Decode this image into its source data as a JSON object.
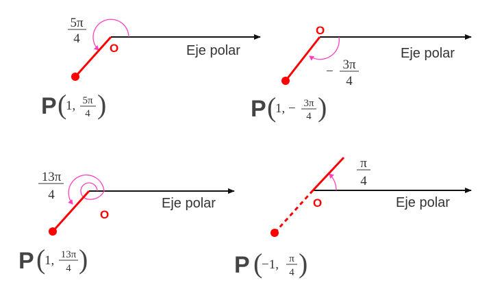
{
  "colors": {
    "ray": "#ff0000",
    "arc": "#ff3fbf",
    "axis": "#111111"
  },
  "panels": [
    {
      "origin_label": "O",
      "axis_label": "Eje polar",
      "angle_num": "5π",
      "angle_den": "4",
      "point_letter": "P",
      "coord_r": "1,",
      "coord_num": "5π",
      "coord_den": "4"
    },
    {
      "origin_label": "O",
      "axis_label": "Eje polar",
      "angle_sign": "−",
      "angle_num": "3π",
      "angle_den": "4",
      "point_letter": "P",
      "coord_r": "1, −",
      "coord_num": "3π",
      "coord_den": "4"
    },
    {
      "origin_label": "O",
      "axis_label": "Eje polar",
      "angle_num": "13π",
      "angle_den": "4",
      "point_letter": "P",
      "coord_r": "1,",
      "coord_num": "13π",
      "coord_den": "4"
    },
    {
      "origin_label": "O",
      "axis_label": "Eje polar",
      "angle_num": "π",
      "angle_den": "4",
      "point_letter": "P",
      "coord_r": "−1,",
      "coord_num": "π",
      "coord_den": "4"
    }
  ]
}
